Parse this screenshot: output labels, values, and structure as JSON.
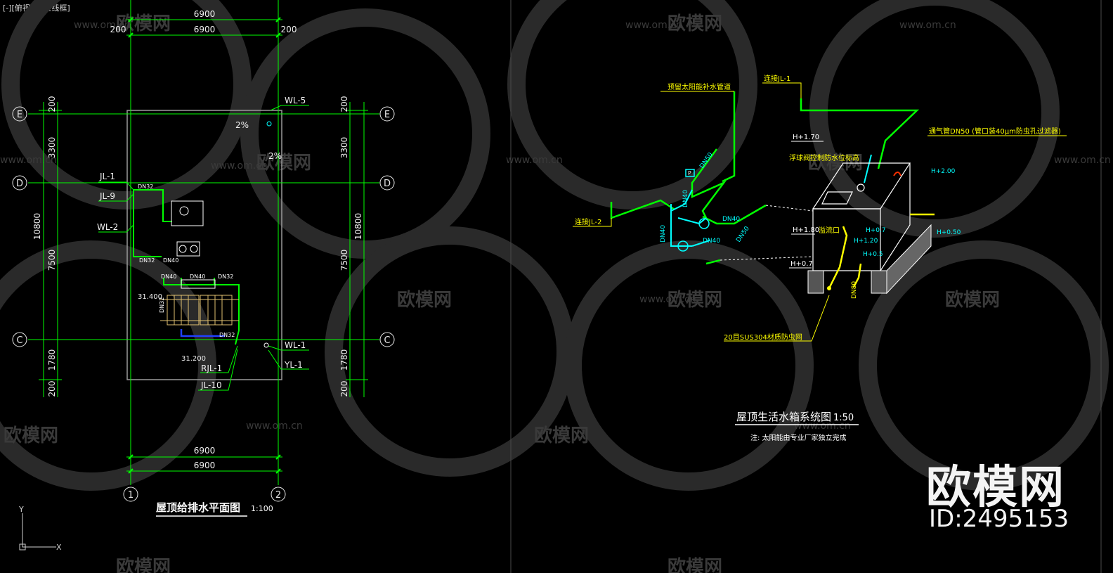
{
  "viewport": {
    "label": "[-][俯视][二维线框]"
  },
  "watermark": {
    "brand": "欧模网",
    "url": "www.om.cn",
    "big_brand": "欧模网",
    "id_text": "ID:2495153"
  },
  "plan": {
    "title": "屋顶给排水平面图",
    "scale": "1:100",
    "dims_top": [
      "6900",
      "6900"
    ],
    "dims_top_side": "200",
    "dims_bottom": [
      "6900",
      "6900"
    ],
    "dims_left": [
      "200",
      "3300",
      "7500",
      "1780",
      "200"
    ],
    "dims_left_total": "10800",
    "dims_right": [
      "200",
      "3300",
      "7500",
      "1780",
      "200"
    ],
    "dims_right_total": "10800",
    "axes_row": [
      "E",
      "D",
      "C"
    ],
    "axes_col": [
      "1",
      "2"
    ],
    "labels": {
      "wl5": "WL-5",
      "slope1": "2%",
      "slope2": "2%",
      "jl1": "JL-1",
      "jl9": "JL-9",
      "wl2": "WL-2",
      "wl1": "WL-1",
      "yl1": "YL-1",
      "rjl1": "RJL-1",
      "jl10": "JL-10",
      "elev1": "31.400",
      "elev2": "31.200"
    },
    "pipes": {
      "dn32a": "DN32",
      "dn32b": "DN32",
      "dn40a": "DN40",
      "dn40b": "DN40",
      "dn40c": "DN40",
      "dn32c": "DN32",
      "dn32d": "DN32",
      "dn32e": "DN32"
    }
  },
  "system": {
    "title": "屋顶生活水箱系统图",
    "scale": "1:50",
    "note": "注: 太阳能由专业厂家独立完成",
    "labels": {
      "reserve": "预留太阳能补水管道",
      "conn1": "连接JL-1",
      "conn2": "连接JL-2",
      "vent": "通气管DN50 (管口装40μm防虫孔过滤器)",
      "h170": "H+1.70",
      "float": "浮球阀控制防水位标高",
      "h200": "H+2.00",
      "h180": "H+1.80",
      "overflow": "溢流口",
      "h120": "H+1.20",
      "h07a": "H+0.7",
      "h050": "H+0.50",
      "h07b": "H+0.7",
      "h05": "H+0.5",
      "screen": "20目SUS304材质防虫网",
      "dn50a": "DN50",
      "dn50b": "DN50",
      "dn40a": "DN40",
      "dn40b": "DN40",
      "dn40c": "DN40",
      "dn40d": "DN40",
      "dn80": "DN80",
      "p": "P"
    }
  },
  "colors": {
    "bg": "#000000",
    "green": "#00ff00",
    "cyan": "#00ffff",
    "yellow": "#ffff00",
    "white": "#ffffff",
    "gray": "#8a8a8a",
    "blue": "#0000ff",
    "red": "#ff2a00"
  }
}
